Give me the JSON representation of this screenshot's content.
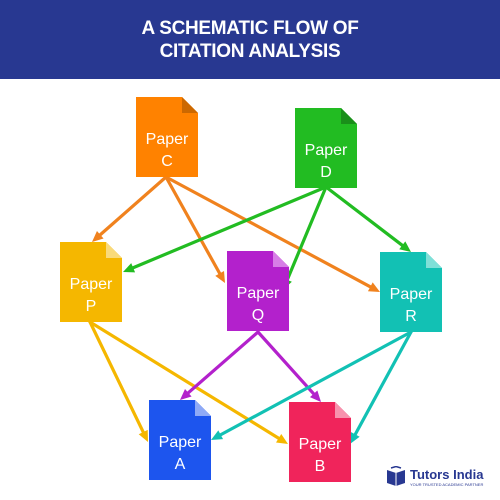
{
  "header": {
    "title_line1": "A SCHEMATIC FLOW OF",
    "title_line2": "CITATION ANALYSIS",
    "background": "#283891"
  },
  "nodes": [
    {
      "id": "C",
      "line1": "Paper",
      "line2": "C",
      "color": "#FF8200",
      "fold": "#CC6800"
    },
    {
      "id": "D",
      "line1": "Paper",
      "line2": "D",
      "color": "#22BC22",
      "fold": "#1A8F1A"
    },
    {
      "id": "P",
      "line1": "Paper",
      "line2": "P",
      "color": "#F5B700",
      "fold": "#F9DA7A"
    },
    {
      "id": "Q",
      "line1": "Paper",
      "line2": "Q",
      "color": "#B321CC",
      "fold": "#D77EE6"
    },
    {
      "id": "R",
      "line1": "Paper",
      "line2": "R",
      "color": "#12C1B4",
      "fold": "#7FE0D8"
    },
    {
      "id": "A",
      "line1": "Paper",
      "line2": "A",
      "color": "#1D55EE",
      "fold": "#8FAAF6"
    },
    {
      "id": "B",
      "line1": "Paper",
      "line2": "B",
      "color": "#F0245B",
      "fold": "#F792AD"
    }
  ],
  "edges": [
    {
      "from": "C",
      "to": "P",
      "color": "#F0821E"
    },
    {
      "from": "C",
      "to": "Q",
      "color": "#F0821E"
    },
    {
      "from": "C",
      "to": "R",
      "color": "#F0821E"
    },
    {
      "from": "D",
      "to": "P",
      "color": "#22BC22"
    },
    {
      "from": "D",
      "to": "Q",
      "color": "#22BC22"
    },
    {
      "from": "D",
      "to": "R",
      "color": "#22BC22"
    },
    {
      "from": "P",
      "to": "A",
      "color": "#F5B700"
    },
    {
      "from": "P",
      "to": "B",
      "color": "#F5B700"
    },
    {
      "from": "Q",
      "to": "A",
      "color": "#B321CC"
    },
    {
      "from": "Q",
      "to": "B",
      "color": "#B321CC"
    },
    {
      "from": "R",
      "to": "A",
      "color": "#12C1B4"
    },
    {
      "from": "R",
      "to": "B",
      "color": "#12C1B4"
    }
  ],
  "logo": {
    "name": "Tutors India",
    "tagline": "YOUR TRUSTED ACADEMIC PARTNER",
    "color": "#283891"
  }
}
